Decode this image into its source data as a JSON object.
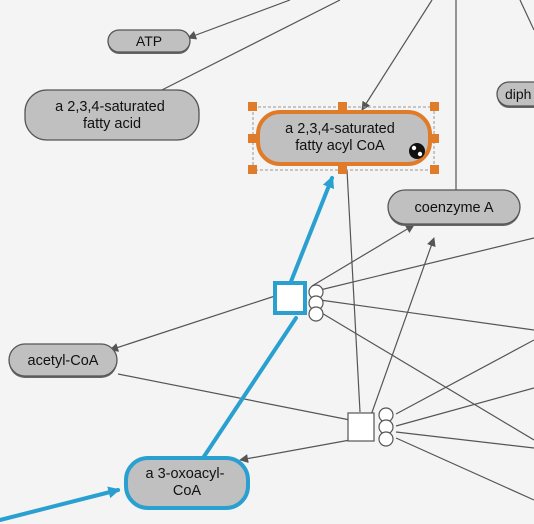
{
  "colors": {
    "background": "#f4f4f4",
    "node_fill": "#c0c0c0",
    "node_stroke": "#555555",
    "edge": "#555555",
    "highlight_path": "#2aa0d0",
    "selection": "#e07b2a"
  },
  "nodes": {
    "atp": {
      "label": "ATP"
    },
    "fatty_acid": {
      "lines": [
        "a 2,3,4-saturated",
        "fatty acid"
      ]
    },
    "fatty_acyl_coa": {
      "lines": [
        "a 2,3,4-saturated",
        "fatty acyl CoA"
      ],
      "selected": true
    },
    "diph": {
      "label": "diph"
    },
    "coenzyme_a": {
      "label": "coenzyme A"
    },
    "acetyl_coa": {
      "label": "acetyl-CoA"
    },
    "oxoacyl_coa": {
      "lines": [
        "a 3-oxoacyl-",
        "CoA"
      ],
      "highlighted": true
    }
  },
  "icons": {
    "expand_badge": "expand-collapse-icon"
  }
}
